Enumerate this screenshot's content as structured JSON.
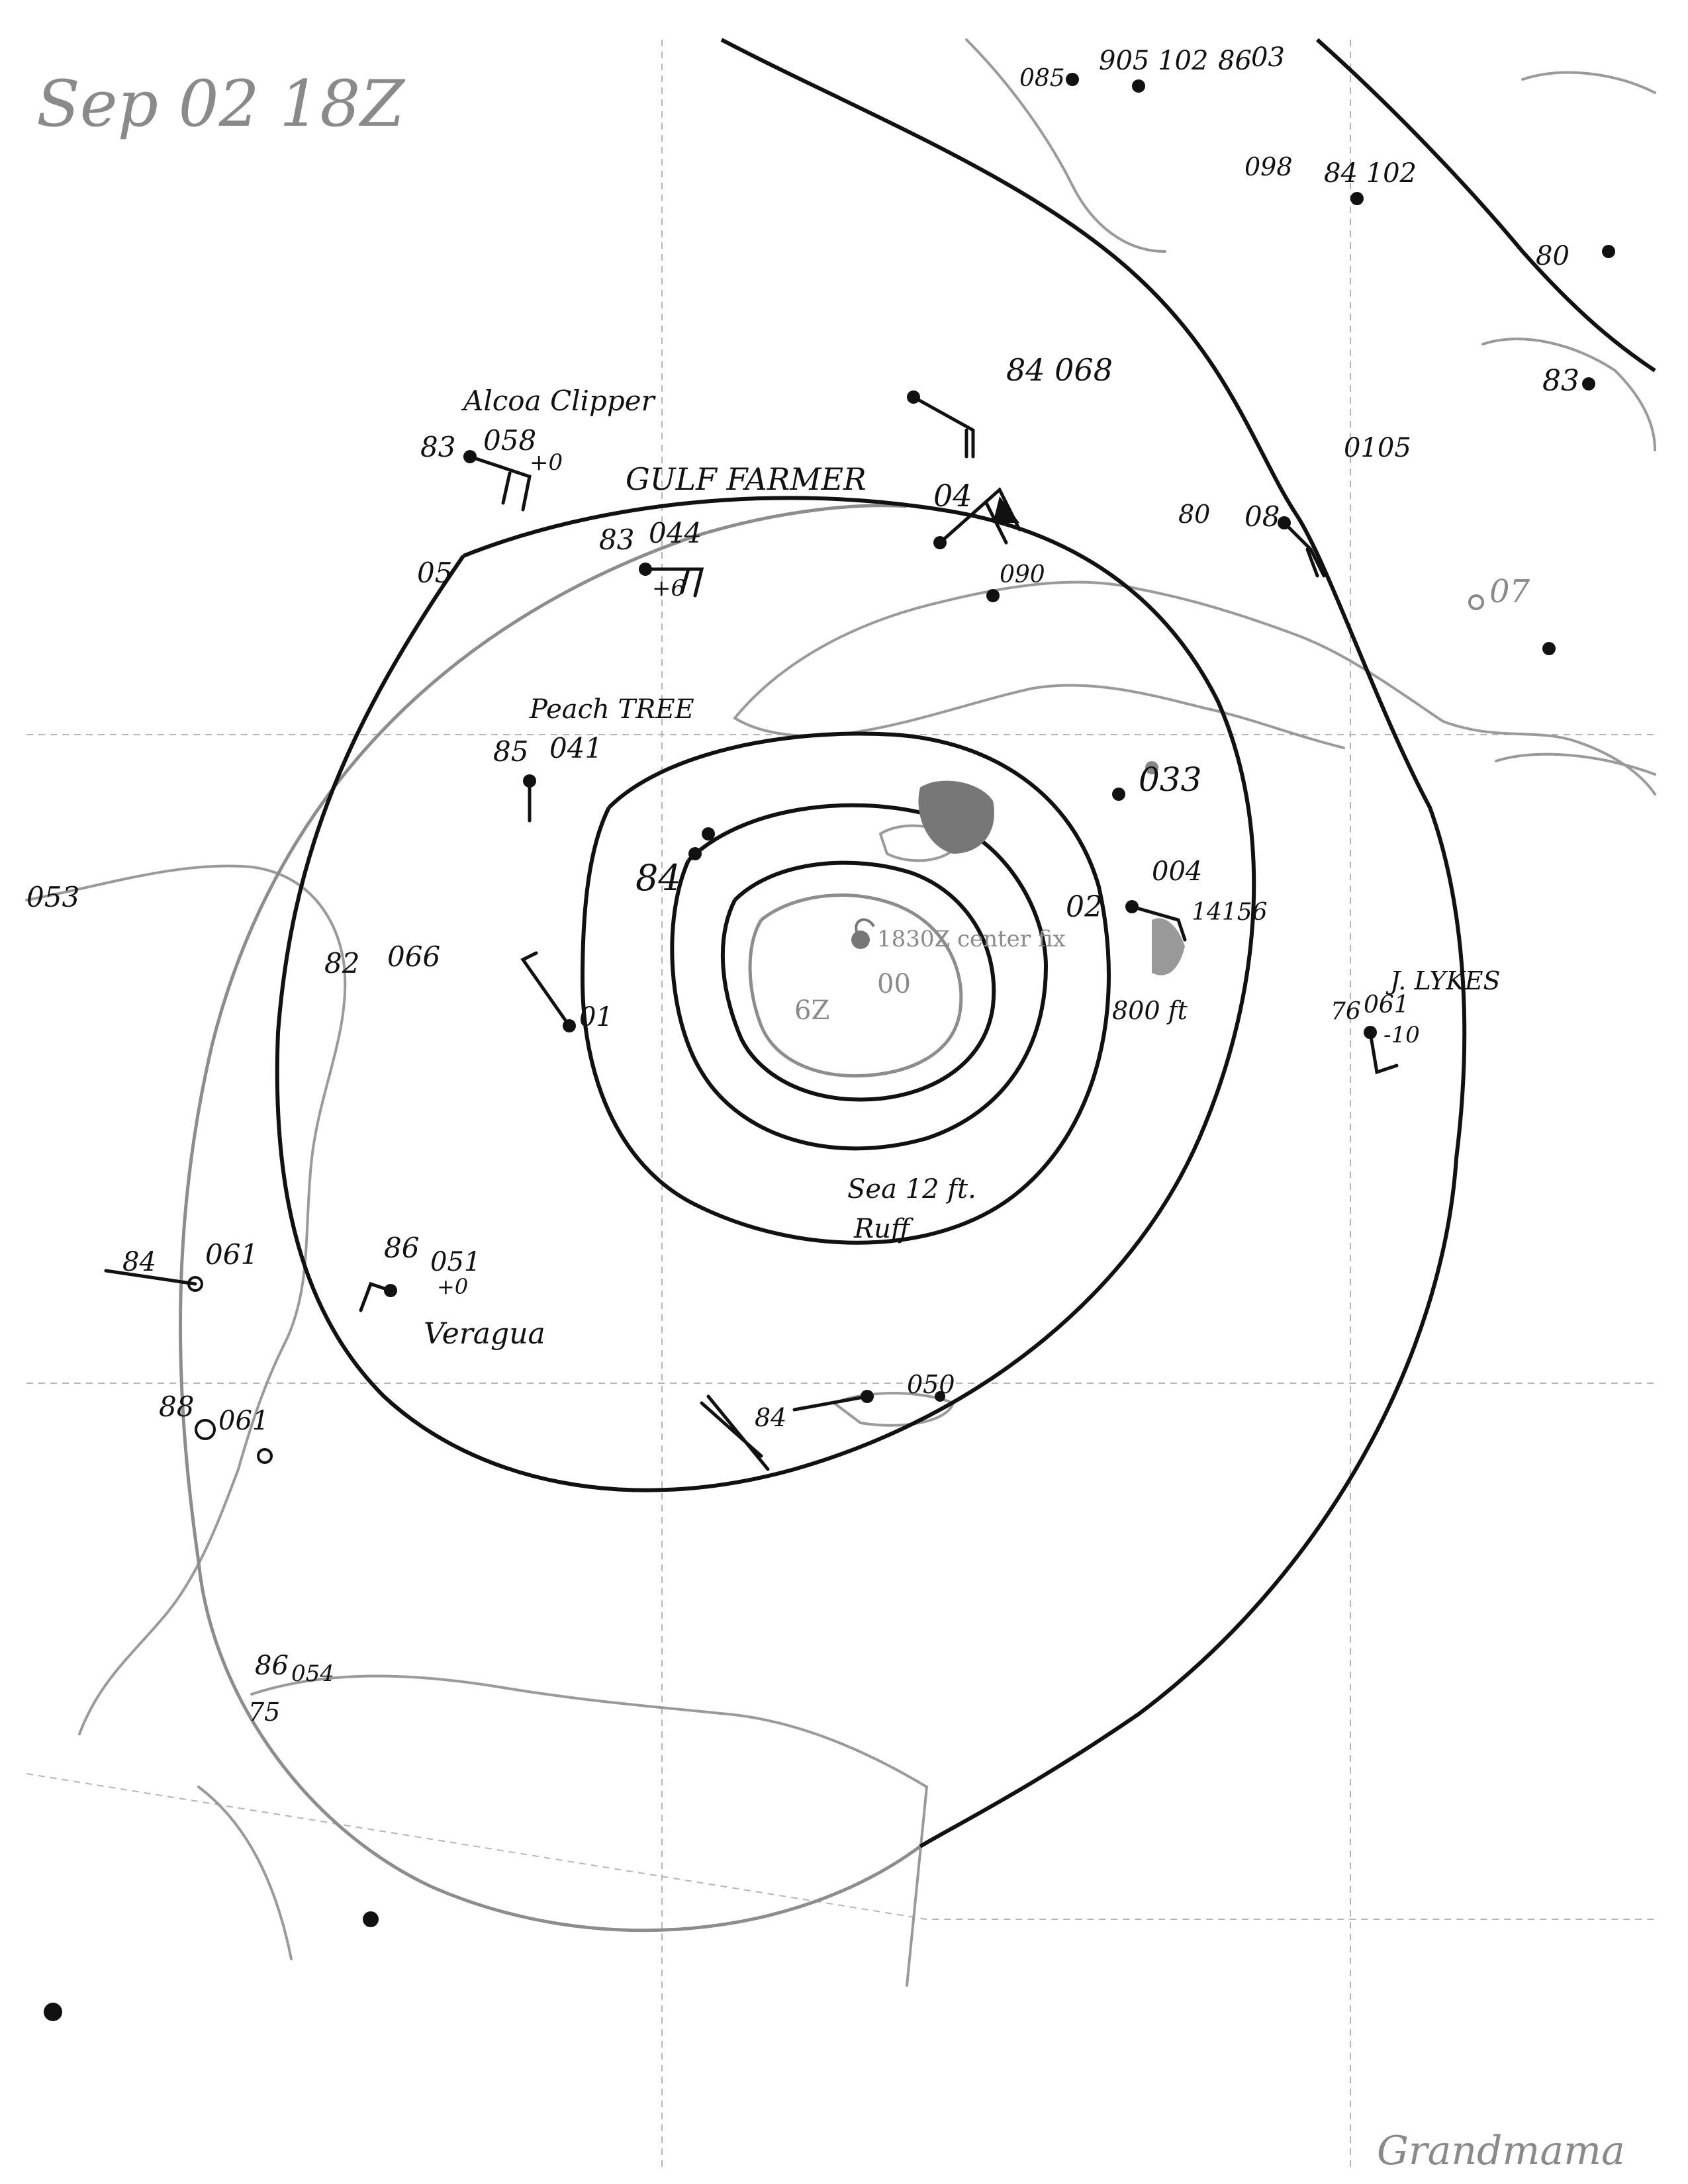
{
  "chart": {
    "date_time": "Sep 02 18Z",
    "signature": "Grandmama"
  },
  "center": {
    "fix_label": "1830Z center fix",
    "pressure": "00",
    "time": "6Z"
  },
  "ships": [
    {
      "name": "Alcoa Clipper",
      "temp": "83",
      "pressure": "058",
      "tendency": "+0"
    },
    {
      "name": "GULF FARMER",
      "temp": "83",
      "pressure": "044",
      "tendency": "+6"
    },
    {
      "name": "Peach TREE",
      "temp": "85",
      "pressure": "041"
    },
    {
      "name": "J. LYKES",
      "temp": "76",
      "pressure": "061",
      "tendency": "-10"
    },
    {
      "name": "Veragua",
      "temp": "86",
      "pressure": "051",
      "tendency": "+0"
    }
  ],
  "annotations": {
    "sea_state": "Sea 12 ft.",
    "sea_desc": "Ruff",
    "height_800": "800 ft",
    "value_14156": "14156"
  },
  "station_values": [
    {
      "key": "a",
      "text": "04"
    },
    {
      "key": "b",
      "text": "090"
    },
    {
      "key": "c",
      "text": "033"
    },
    {
      "key": "d",
      "text": "004"
    },
    {
      "key": "e",
      "text": "02"
    },
    {
      "key": "f",
      "text": "01"
    },
    {
      "key": "g",
      "text": "066"
    },
    {
      "key": "h",
      "text": "82"
    },
    {
      "key": "i",
      "text": "84"
    },
    {
      "key": "j",
      "text": "84 068"
    },
    {
      "key": "k",
      "text": "05"
    },
    {
      "key": "l",
      "text": "08"
    },
    {
      "key": "m",
      "text": "07"
    },
    {
      "key": "n",
      "text": "053"
    },
    {
      "key": "o",
      "text": "061"
    },
    {
      "key": "p",
      "text": "84"
    },
    {
      "key": "q",
      "text": "88"
    },
    {
      "key": "r",
      "text": "061"
    },
    {
      "key": "s",
      "text": "050"
    },
    {
      "key": "t",
      "text": "84"
    },
    {
      "key": "u",
      "text": "86"
    },
    {
      "key": "v",
      "text": "054"
    },
    {
      "key": "w",
      "text": "75"
    },
    {
      "key": "x",
      "text": "905 102"
    },
    {
      "key": "y",
      "text": "86"
    },
    {
      "key": "z",
      "text": "03"
    },
    {
      "key": "aa",
      "text": "84 102"
    },
    {
      "key": "ab",
      "text": "098"
    },
    {
      "key": "ac",
      "text": "085"
    },
    {
      "key": "ad",
      "text": "80"
    },
    {
      "key": "ae",
      "text": "83"
    },
    {
      "key": "af",
      "text": "80"
    },
    {
      "key": "ag",
      "text": "0105"
    }
  ]
}
